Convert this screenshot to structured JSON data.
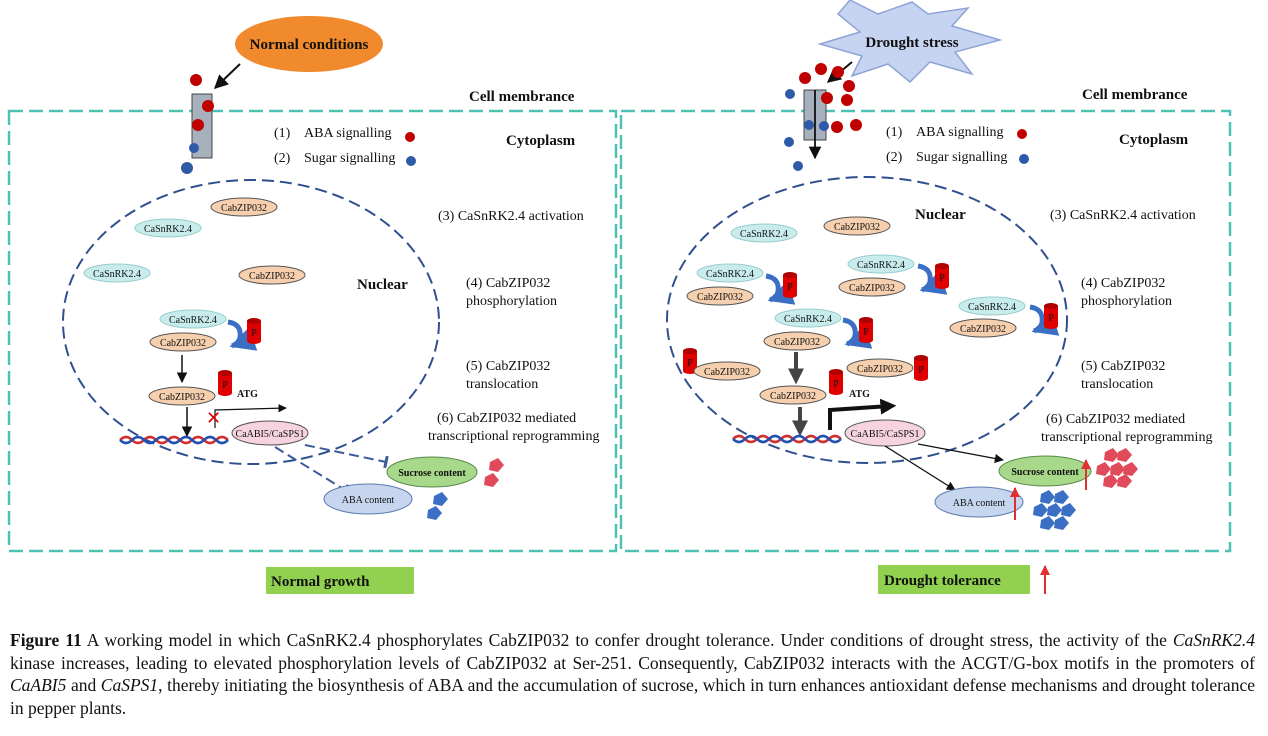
{
  "left_panel": {
    "trigger": "Normal conditions",
    "cell_membrance": "Cell membrance",
    "cytoplasm": "Cytoplasm",
    "nuclear": "Nuclear",
    "legend_aba": "ABA signalling",
    "legend_sugar": "Sugar signalling",
    "steps": {
      "s1": "(1)",
      "s2": "(2)",
      "s3": "(3)  CaSnRK2.4 activation",
      "s4a": "(4)  CabZIP032",
      "s4b": "phosphorylation",
      "s5a": "(5)  CabZIP032",
      "s5b": "translocation",
      "s6a": "(6)  CabZIP032 mediated",
      "s6b": "transcriptional reprogramming"
    },
    "labels": {
      "snrk": "CaSnRK2.4",
      "bzip": "CabZIP032",
      "p": "P",
      "atg": "ATG",
      "abi5": "CaABI5/CaSPS1",
      "sucrose": "Sucrose content",
      "aba_content": "ABA content"
    },
    "outcome": "Normal growth"
  },
  "right_panel": {
    "trigger": "Drought stress",
    "cell_membrance": "Cell membrance",
    "cytoplasm": "Cytoplasm",
    "nuclear": "Nuclear",
    "legend_aba": "ABA signalling",
    "legend_sugar": "Sugar signalling",
    "outcome": "Drought tolerance"
  },
  "caption": {
    "figure_label": "Figure 11",
    "p1": " A working model in which CaSnRK2.4 phosphorylates CabZIP032 to confer drought tolerance. Under conditions of drought stress, the activity of the ",
    "gene1": "CaSnRK2.4",
    "p2": " kinase increases, leading to elevated phosphorylation levels of CabZIP032 at Ser-251. Consequently, CabZIP032 interacts with the ACGT/G-box motifs in the promoters of ",
    "gene2": "CaABI5",
    "p3": " and ",
    "gene3": "CaSPS1",
    "p4": ", thereby initiating the biosynthesis of ABA and the accumulation of sucrose, which in turn enhances antioxidant defense mechanisms and drought tolerance in pepper plants."
  },
  "colors": {
    "teal_border": "#4fc1b3",
    "nucleus_dash": "#2f4f8f",
    "orange": "#f08a2c",
    "red_dot": "#c00000",
    "blue_dot": "#2e5aa8",
    "snrk_fill": "#c8ecec",
    "bzip_fill": "#f6cfae",
    "abi5_fill": "#f6d3de",
    "sucrose_fill": "#a8d88a",
    "aba_fill": "#c6d6ef",
    "outcome_green": "#92d050",
    "up_arrow": "#e03030"
  }
}
